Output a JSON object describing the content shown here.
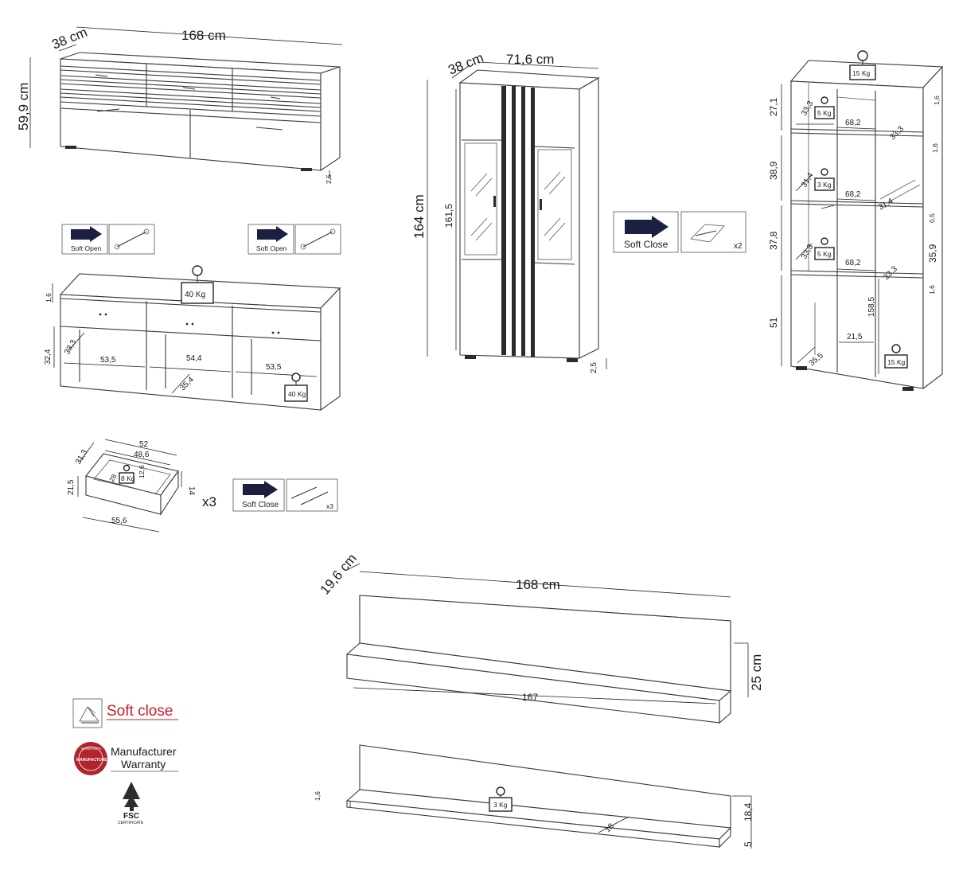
{
  "sideboard": {
    "depth": "38 cm",
    "width": "168 cm",
    "height": "59,9 cm",
    "foot": "2,5"
  },
  "soft_open_label": "Soft Open",
  "sideboard_interior": {
    "top": "1,6",
    "load_top": "40 Kg",
    "height": "32,4",
    "depth": "33,3",
    "w_left": "53,5",
    "w_mid": "54,4",
    "w_right": "53,5",
    "mid_depth": "35,4",
    "load_bottom": "40 Kg"
  },
  "drawer": {
    "w_outer": "52",
    "w_inner": "48,6",
    "depth_outer": "31,3",
    "depth_inner": "28",
    "inner_h": "12,6",
    "front_h": "21,5",
    "side_h": "14",
    "w_front": "55,6",
    "load": "8 Kg",
    "count": "x3"
  },
  "soft_close_label": "Soft Close",
  "count_x3": "x3",
  "count_x2": "x2",
  "vitrine": {
    "depth": "38 cm",
    "width": "71,6 cm",
    "height": "164 cm",
    "inner": "161,5",
    "foot": "2,5"
  },
  "highboard": {
    "load_top": "15 Kg",
    "top": "1,6",
    "h1": "27,1",
    "d1": "33,3",
    "load1": "5 Kg",
    "w1": "68,2",
    "d1r": "33,3",
    "s1": "1,6",
    "h2": "38,9",
    "d2": "31,4",
    "load2": "3 Kg",
    "w2": "68,2",
    "d2r": "31,4",
    "s2": "0,5",
    "h3": "37,8",
    "d3": "33,3",
    "load3": "5 Kg",
    "w3": "68,2",
    "d3r": "33,3",
    "side": "35,9",
    "s3": "1,6",
    "h4": "51",
    "inner_h": "158,5",
    "w4": "21,5",
    "d4": "35,5",
    "load_bottom": "15 Kg"
  },
  "wall_shelf": {
    "depth": "19,6 cm",
    "width": "168 cm",
    "height": "25 cm",
    "inner_w": "167",
    "thick": "1,6",
    "load": "3 Kg",
    "inner_d": "18",
    "back_h": "18,4",
    "front_h": "5"
  },
  "features": {
    "soft_close": "Soft close",
    "warranty_1": "Manufacturer",
    "warranty_2": "Warranty",
    "seal_text": "MANUFACTURER",
    "seal_top": "WARRANTY",
    "fsc": "FSC",
    "fsc_sub": "CERTIFICATE"
  }
}
